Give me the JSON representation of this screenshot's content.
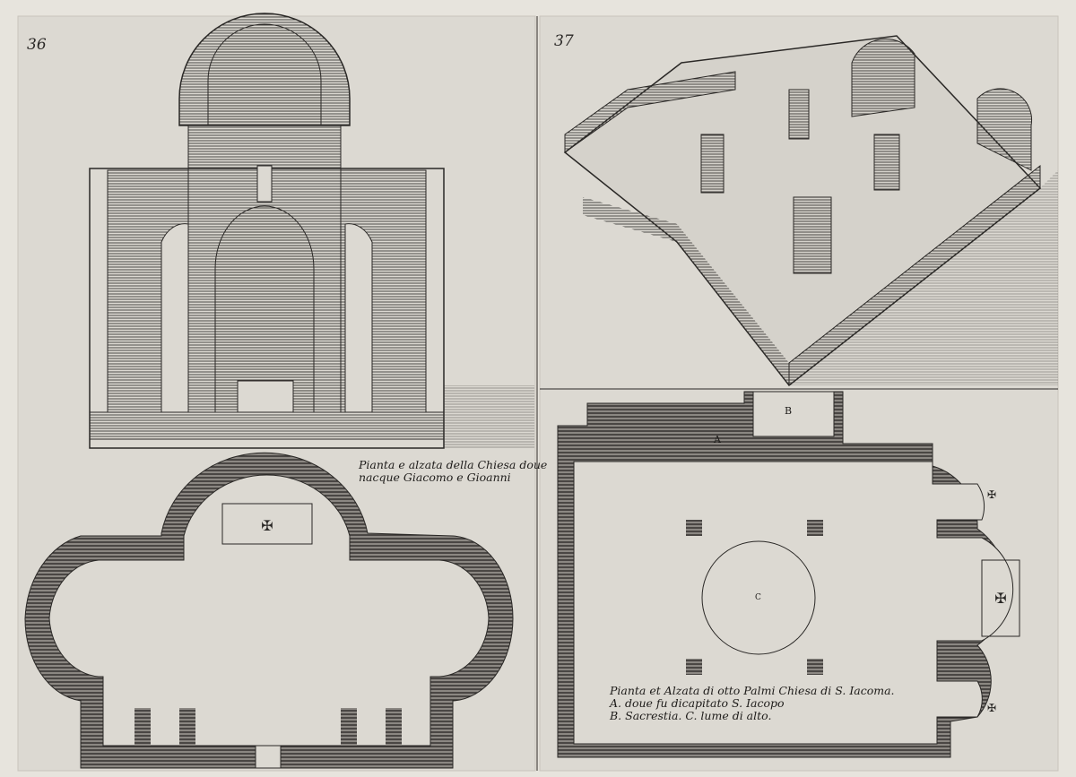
{
  "left_plate": {
    "page_number": "36",
    "caption_line1": "Pianta e alzata della Chiesa doue",
    "caption_line2": "nacque Giacomo e Gioanni"
  },
  "right_plate": {
    "page_number": "37",
    "caption_line1": "Pianta et Alzata di otto Palmi Chiesa di S. Iacoma.",
    "caption_line2": "A. doue fu dicapitato S. Iacopo",
    "caption_line3": "B. Sacrestia. C. lume di alto.",
    "label_a": "A",
    "label_b": "B",
    "label_c": "C"
  },
  "colors": {
    "paper": "#e7e4dd",
    "ink": "#2a2826",
    "hatch": "#4a4744"
  }
}
